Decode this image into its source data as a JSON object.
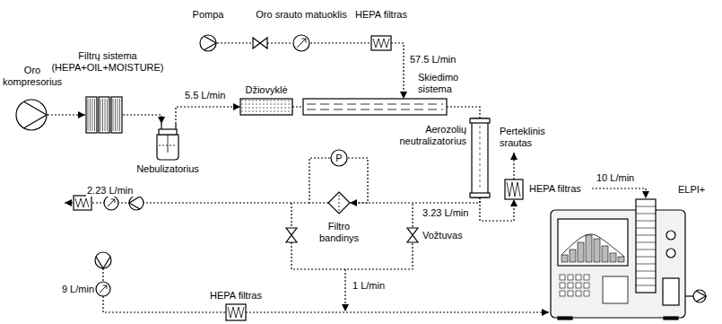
{
  "diagram": {
    "nodes": [
      {
        "text": [
          "Oro kompresorius"
        ]
      },
      {
        "text": [
          "Filtrų sistema (HEPA+OIL+MOISTURE)"
        ]
      },
      {
        "text": [
          "Pompa"
        ]
      },
      {
        "text": [
          "Oro srauto matuoklis"
        ]
      },
      {
        "text": [
          "HEPA filtras"
        ]
      },
      {
        "text": [
          "Nebulizatorius"
        ]
      },
      {
        "text": [
          "Džiovyklė"
        ]
      },
      {
        "text": [
          "Skiedimo sistema"
        ]
      },
      {
        "text": [
          "Aerozolių neutralizatorius"
        ]
      },
      {
        "text": [
          "P"
        ]
      },
      {
        "text": [
          "HEPA filtras"
        ]
      },
      {
        "text": [
          "Filtro bandinys"
        ]
      },
      {
        "text": [
          "HEPA filtras"
        ]
      },
      {
        "text": [
          "ELPI+"
        ]
      }
    ],
    "edges": [
      {
        "from": 0,
        "to": 1,
        "arrow": "to"
      },
      {
        "from": 1,
        "to": 5,
        "arrow": "to"
      },
      {
        "from": 5,
        "to": 6,
        "label": "5.5 L/min",
        "arrow": "to"
      },
      {
        "from": 2,
        "to": 3,
        "arrow": "none"
      },
      {
        "from": 3,
        "to": 4,
        "arrow": "none"
      },
      {
        "from": 4,
        "to": 7,
        "label": "57.5 L/min",
        "arrow": "to"
      },
      {
        "from": 6,
        "to": 7,
        "arrow": "none"
      },
      {
        "from": 7,
        "to": 8,
        "arrow": "none"
      },
      {
        "from": 8,
        "to": 11,
        "label": "3.23 L/min",
        "arrow": "to"
      },
      {
        "from": 8,
        "to": 10,
        "arrow": "to"
      },
      {
        "from": 9,
        "to": 11,
        "arrow": "none"
      },
      {
        "from": 9,
        "to": 11,
        "arrow": "none"
      },
      {
        "from": 12,
        "to": 13,
        "arrow": "to"
      }
    ],
    "labels": [
      "Perteklinis srautas",
      "10 L/min",
      "2.23 L/min",
      "Vožtuvas",
      "1 L/min",
      "9 L/min"
    ]
  }
}
